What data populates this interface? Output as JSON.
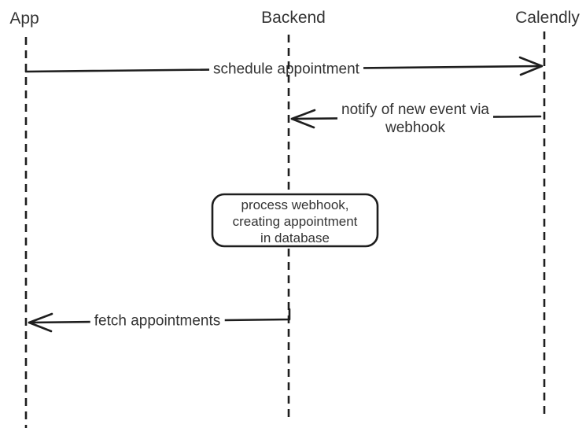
{
  "diagram": {
    "type": "sequence",
    "participants": [
      {
        "label": "App"
      },
      {
        "label": "Backend"
      },
      {
        "label": "Calendly"
      }
    ],
    "messages": [
      {
        "from": "App",
        "to": "Calendly",
        "label": "schedule appointment"
      },
      {
        "from": "Calendly",
        "to": "Backend",
        "lines": [
          "notify of new event via",
          "webhook"
        ]
      },
      {
        "from": "Backend",
        "to": "App",
        "label": "fetch appointments"
      }
    ],
    "note": {
      "attached_to": "Backend",
      "lines": [
        "process webhook,",
        "creating appointment",
        "in database"
      ]
    },
    "colors": {
      "stroke": "#1e1e1e",
      "text": "#333333",
      "background": "#ffffff"
    }
  }
}
